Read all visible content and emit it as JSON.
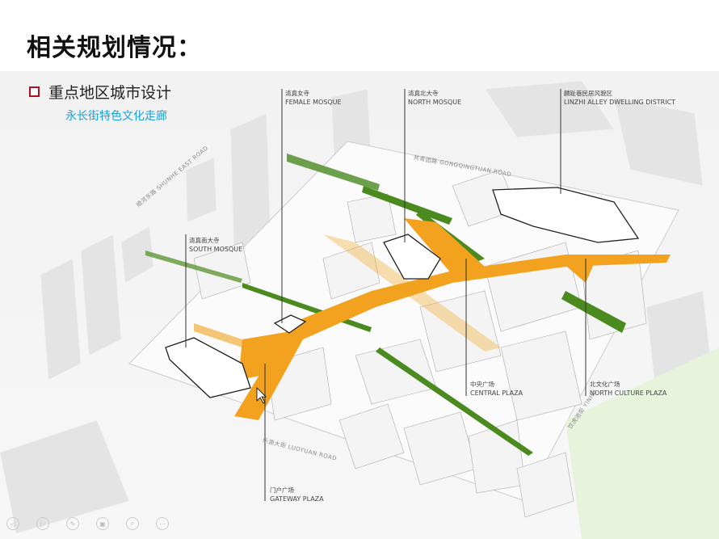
{
  "slide": {
    "title": "相关规划情况：",
    "bullet": "重点地区城市设计",
    "subtitle": "永长街特色文化走廊"
  },
  "labels": {
    "female_mosque": {
      "cn": "清真女寺",
      "en": "FEMALE MOSQUE"
    },
    "north_mosque": {
      "cn": "清真北大寺",
      "en": "NORTH MOSQUE"
    },
    "linzhi": {
      "cn": "麟趾巷民居风貌区",
      "en": "LINZHI ALLEY DWELLING DISTRICT"
    },
    "south_mosque": {
      "cn": "清真南大寺",
      "en": "SOUTH MOSQUE"
    },
    "central_plaza": {
      "cn": "中央广场",
      "en": "CENTRAL PLAZA"
    },
    "north_culture_plaza": {
      "cn": "北文化广场",
      "en": "NORTH CULTURE PLAZA"
    },
    "gateway_plaza": {
      "cn": "门户广场",
      "en": "GATEWAY PLAZA"
    }
  },
  "roads": {
    "shunhe": "顺河东路  SHUNHE EAST ROAD",
    "gongqingtuan": "共青团路  GONGQINGTUAN ROAD",
    "luoyuan": "乐源大街  LUOYUAN ROAD",
    "yinhu": "饮虎池街  YINHU"
  },
  "controls": {
    "prev": "◁",
    "next": "▷",
    "pen": "✎",
    "pages": "▣",
    "zoom": "⌕",
    "more": "⋯"
  },
  "colors": {
    "orange": "#f2a21e",
    "green": "#4a8a1e",
    "accent": "#b01020",
    "subtitle": "#1aa0d8"
  }
}
